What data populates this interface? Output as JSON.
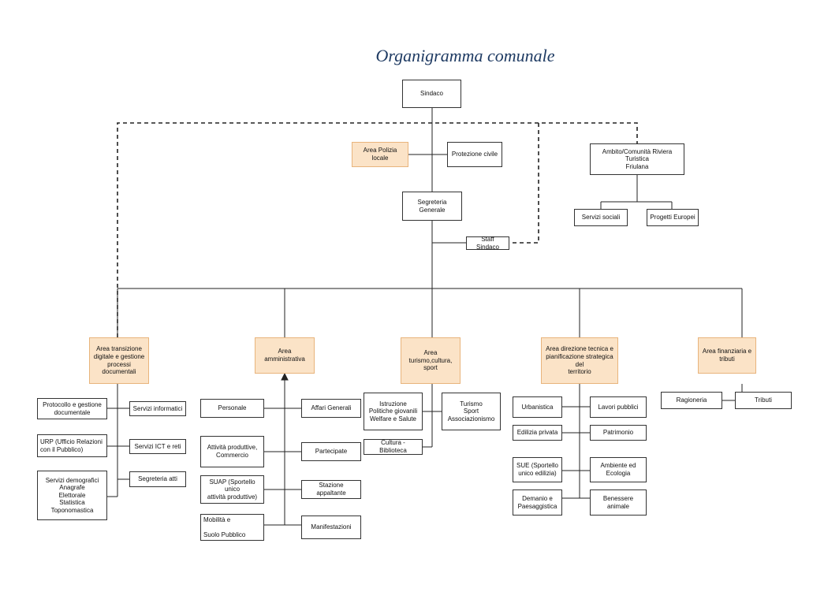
{
  "title": "Organigramma comunale",
  "nodes": {
    "sindaco": "Sindaco",
    "polizia": "Area Polizia locale",
    "protezione": "Protezione civile",
    "ambito": "Ambito/Comunità Riviera Turistica\nFriulana",
    "servizi_sociali": "Servizi sociali",
    "progetti_europei": "Progetti Europei",
    "segreteria_generale": "Segreteria Generale",
    "staff_sindaco": "Staff Sindaco",
    "area_transizione": "Area transizione\ndigitale e gestione\nprocessi documentali",
    "area_amministrativa": "Area amministrativa",
    "area_turismo": "Area turismo,cultura,\nsport",
    "area_tecnica": "Area direzione tecnica e\npianificazione strategica del\nterritorio",
    "area_finanziaria": "Area finanziaria e\ntributi",
    "protocollo": "Protocollo e gestione\ndocumentale",
    "servizi_informatici": "Servizi informatici",
    "urp": "URP  (Ufficio Relazioni\ncon il Pubblico)",
    "servizi_ict": "Servizi ICT e reti",
    "servizi_demografici": "Servizi demografici\nAnagrafe\nElettorale\nStatistica\nToponomastica",
    "segreteria_atti": "Segreteria atti",
    "personale": "Personale",
    "affari_generali": "Affari Generali",
    "attivita_produttive": "Attività produttive,\nCommercio",
    "partecipate": "Partecipate",
    "suap": "SUAP (Sportello unico\nattività produttive)",
    "stazione_appaltante": "Stazione appaltante",
    "mobilita": "Mobilità e\n\nSuolo Pubblico",
    "manifestazioni": "Manifestazioni",
    "istruzione": "Istruzione\nPolitiche giovanili\nWelfare e Salute",
    "turismo": "Turismo\nSport\nAssociazionismo",
    "cultura": "Cultura - Biblioteca",
    "urbanistica": "Urbanistica",
    "lavori_pubblici": "Lavori pubblici",
    "edilizia_privata": "Edilizia privata",
    "patrimonio": "Patrimonio",
    "sue": "SUE (Sportello\nunico edilizia)",
    "ambiente": "Ambiente ed\nEcologia",
    "demanio": "Demanio e\nPaesaggistica",
    "benessere": "Benessere animale",
    "ragioneria": "Ragioneria",
    "tributi": "Tributi"
  },
  "colors": {
    "area_fill": "#fbe3c7",
    "area_border": "#e8b47c",
    "title": "#1f3b63"
  }
}
